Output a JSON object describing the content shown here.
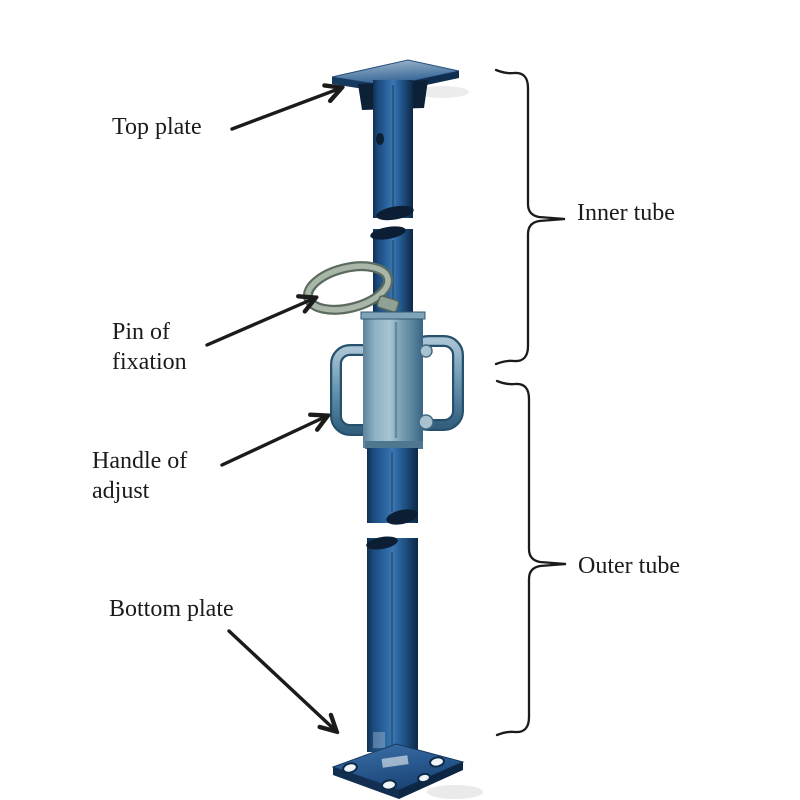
{
  "labels": {
    "top_plate": "Top plate",
    "pin_of_fixation": [
      "Pin of",
      "fixation"
    ],
    "handle_of_adjust": [
      "Handle of",
      "adjust"
    ],
    "bottom_plate": "Bottom plate",
    "inner_tube": "Inner tube",
    "outer_tube": "Outer tube"
  },
  "colors": {
    "background": "#ffffff",
    "annotation": "#1b1b1b",
    "tube_blue": "#2a649f",
    "tube_blue_dark": "#0f2f52",
    "tube_highlight": "#3d77b0",
    "zinc_collar": "#8fb2c4",
    "zinc_handle": "#6795ae",
    "zinc_pin": "#a9b7a9",
    "plate_blue": "#2a5c93",
    "cut_dark": "#0b1e33"
  }
}
